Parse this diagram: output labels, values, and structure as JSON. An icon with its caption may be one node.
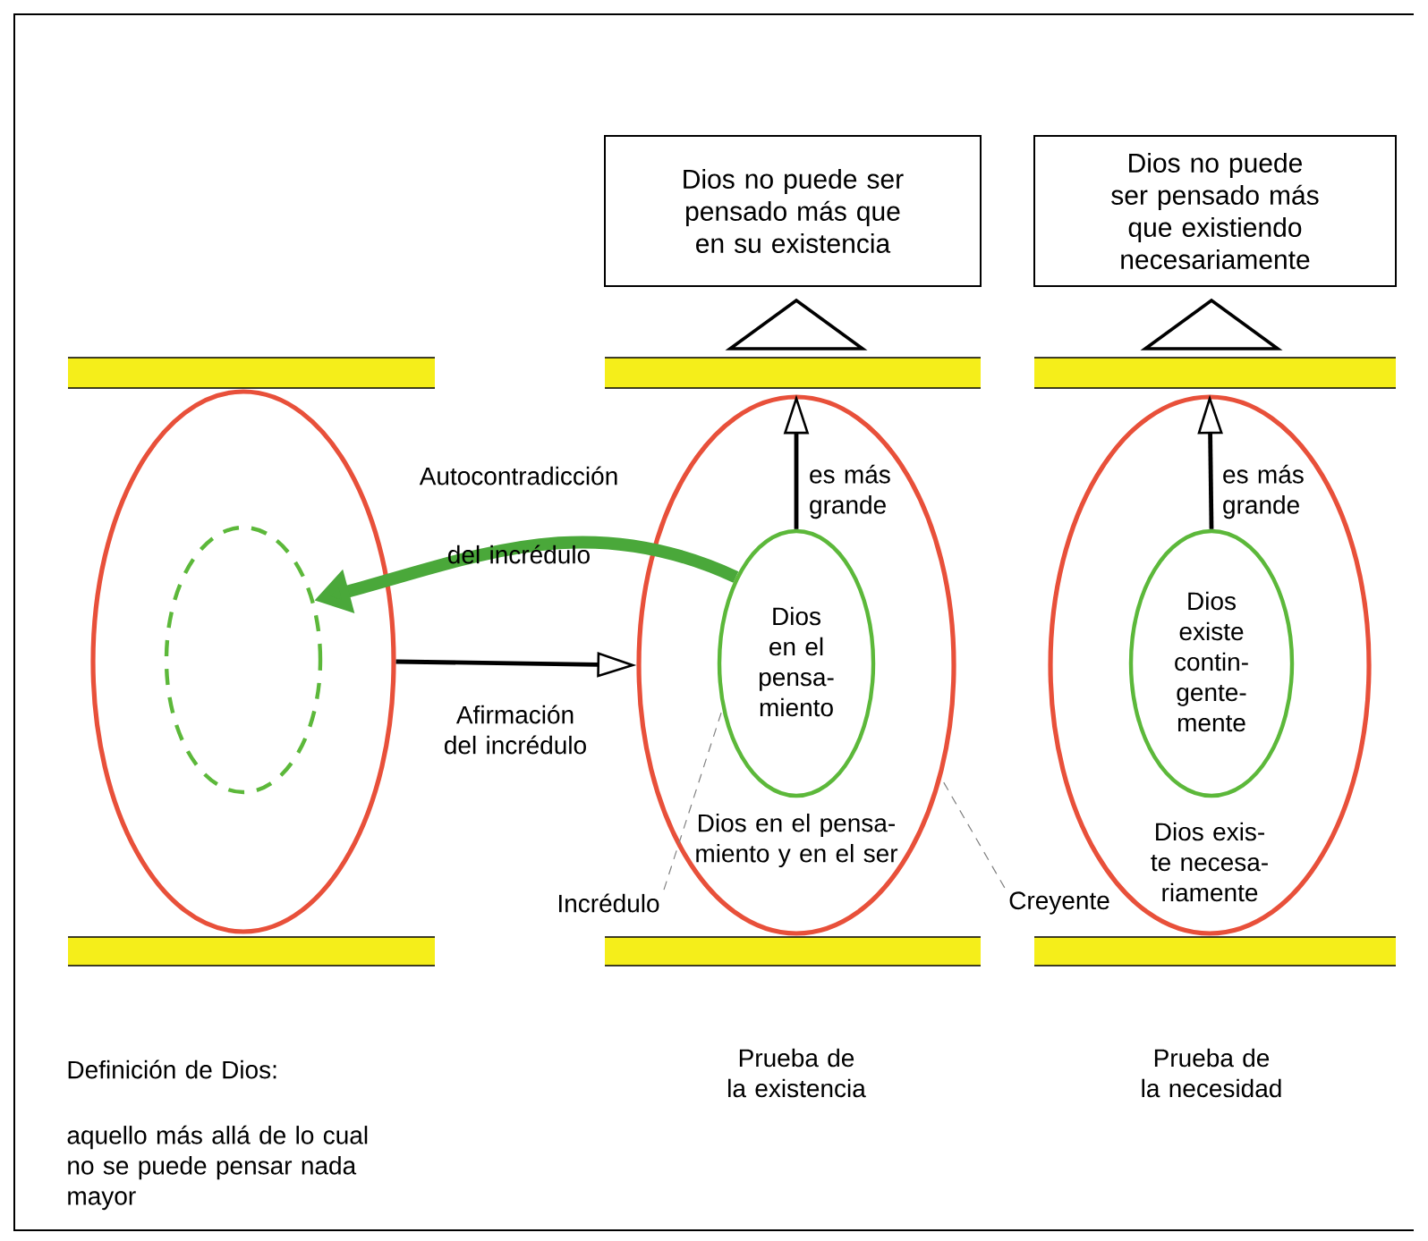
{
  "diagram": {
    "nodes": [
      {
        "text": [
          "Dios no puede ser pensado más que en su existencia"
        ]
      },
      {
        "text": [
          "Dios no puede ser pensado más que existiendo necesariamente"
        ]
      },
      {
        "text": [],
        "shape": "ellipse"
      },
      {
        "text": [],
        "shape": "ellipse",
        "in": 2
      },
      {
        "text": [
          "Dios en el pensa- miento y en el ser"
        ]
      },
      {
        "text": [
          "Dios en el pensa- miento"
        ],
        "in": 4
      },
      {
        "text": [
          "Incrédulo"
        ]
      },
      {
        "text": [
          "Creyente"
        ]
      },
      {
        "text": [
          "Dios exis- te necesa- riamente"
        ]
      },
      {
        "text": [
          "Dios existe contin- gente- mente"
        ],
        "in": 8
      },
      {
        "text": [],
        "shape": "triangle"
      },
      {
        "text": [],
        "shape": "triangle"
      }
    ],
    "edges": [
      {
        "from": 5,
        "to": 3,
        "arrow": "to",
        "label": "Autocontradicción del incrédulo",
        "style": "thick",
        "color": "#4aa83a"
      },
      {
        "from": 2,
        "to": 4,
        "arrow": "to",
        "label": "Afirmación del incrédulo"
      },
      {
        "from": 5,
        "to": 4,
        "arrow": "to",
        "label": "es más grande"
      },
      {
        "from": 9,
        "to": 8,
        "arrow": "to",
        "label": "es más grande"
      },
      {
        "from": 6,
        "to": 5,
        "arrow": "none",
        "style": "dashed",
        "color": "#808080"
      },
      {
        "from": 7,
        "to": 4,
        "arrow": "none",
        "style": "dashed",
        "color": "#808080"
      }
    ],
    "labels": [
      "Prueba de la existencia",
      "Prueba de la necesidad",
      "Definición de Dios:",
      "aquello más allá de lo cual no se puede pensar nada mayor"
    ]
  }
}
